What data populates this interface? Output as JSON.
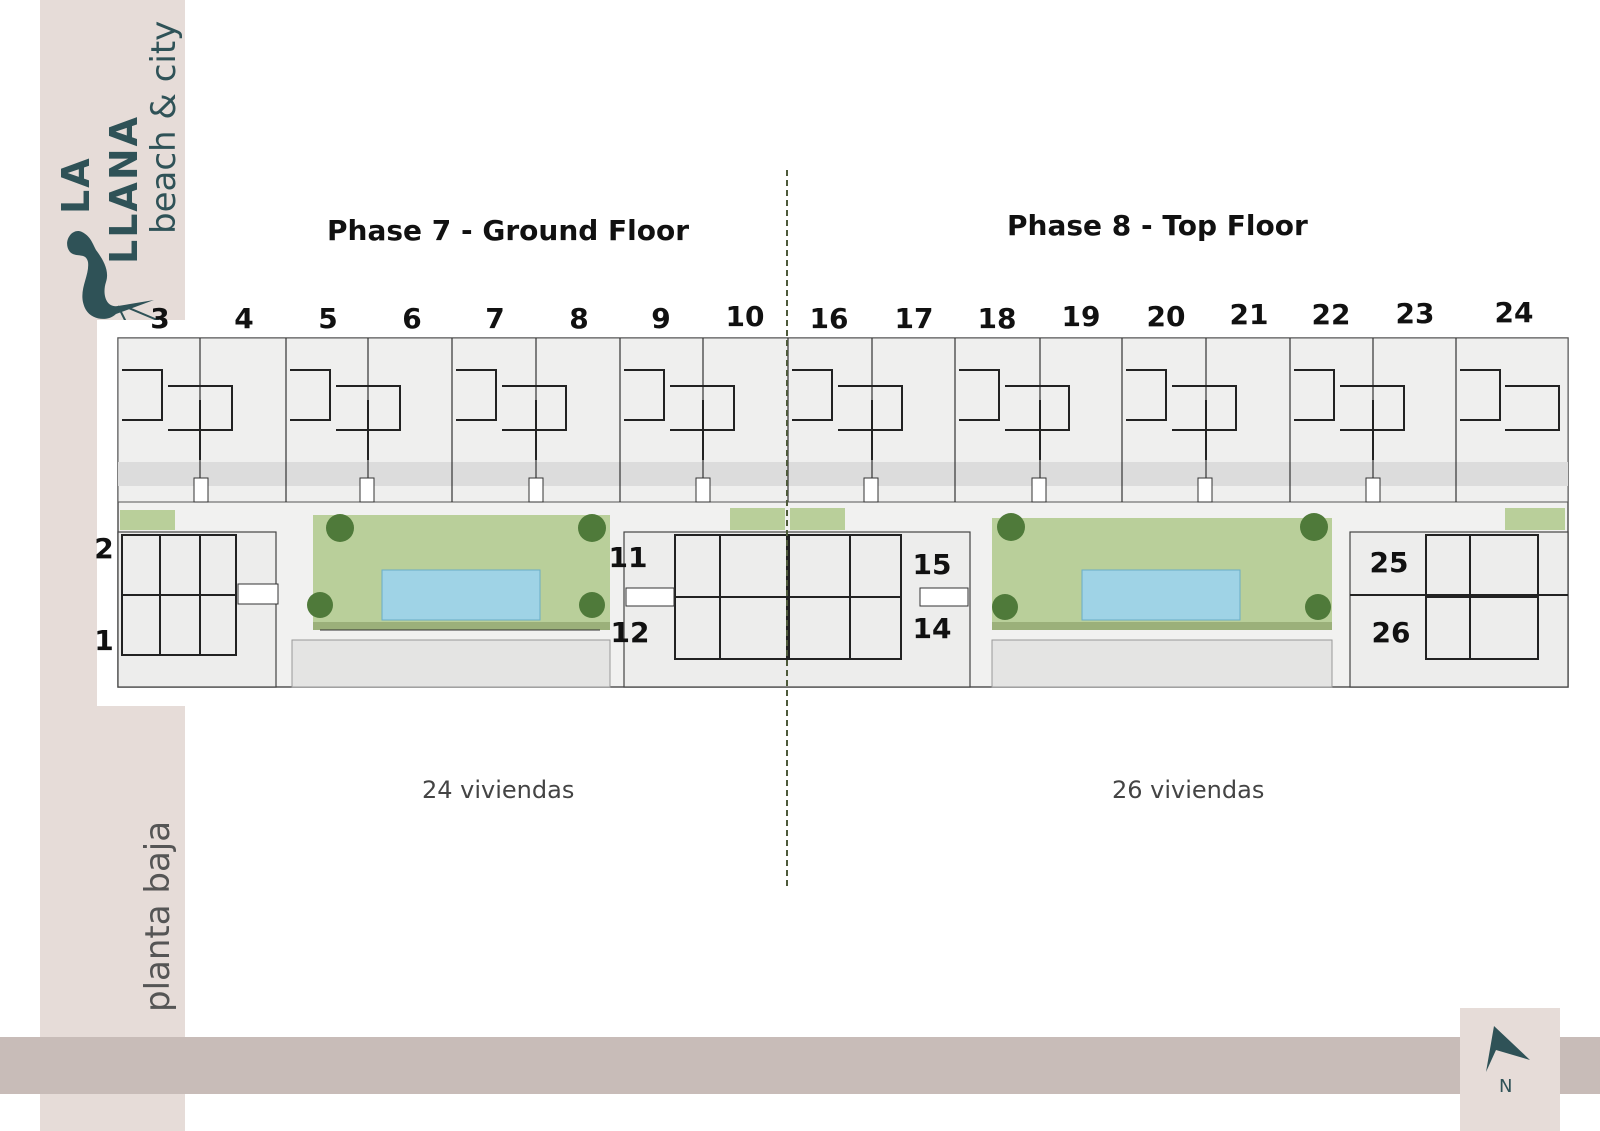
{
  "brand": {
    "line1": "LA",
    "line2": "LLANA",
    "line3": "beach & city"
  },
  "side_label": "planta baja",
  "phases": {
    "left_title": "Phase 7 - Ground Floor",
    "right_title": "Phase 8 - Top Floor",
    "left_count": "24 viviendas",
    "right_count": "26 viviendas"
  },
  "compass": {
    "label": "N"
  },
  "top_units": [
    "3",
    "4",
    "5",
    "6",
    "7",
    "8",
    "9",
    "10",
    "16",
    "17",
    "18",
    "19",
    "20",
    "21",
    "22",
    "23",
    "24"
  ],
  "side_units": [
    "2",
    "1",
    "11",
    "12",
    "15",
    "14",
    "25",
    "26"
  ],
  "colors": {
    "brand": "#2f5257",
    "band": "#e6dcd8",
    "road": "#c8bcb8",
    "lawn": "#b9cf9a",
    "pool": "#9fd3e6",
    "divider": "#4e5a3a"
  }
}
